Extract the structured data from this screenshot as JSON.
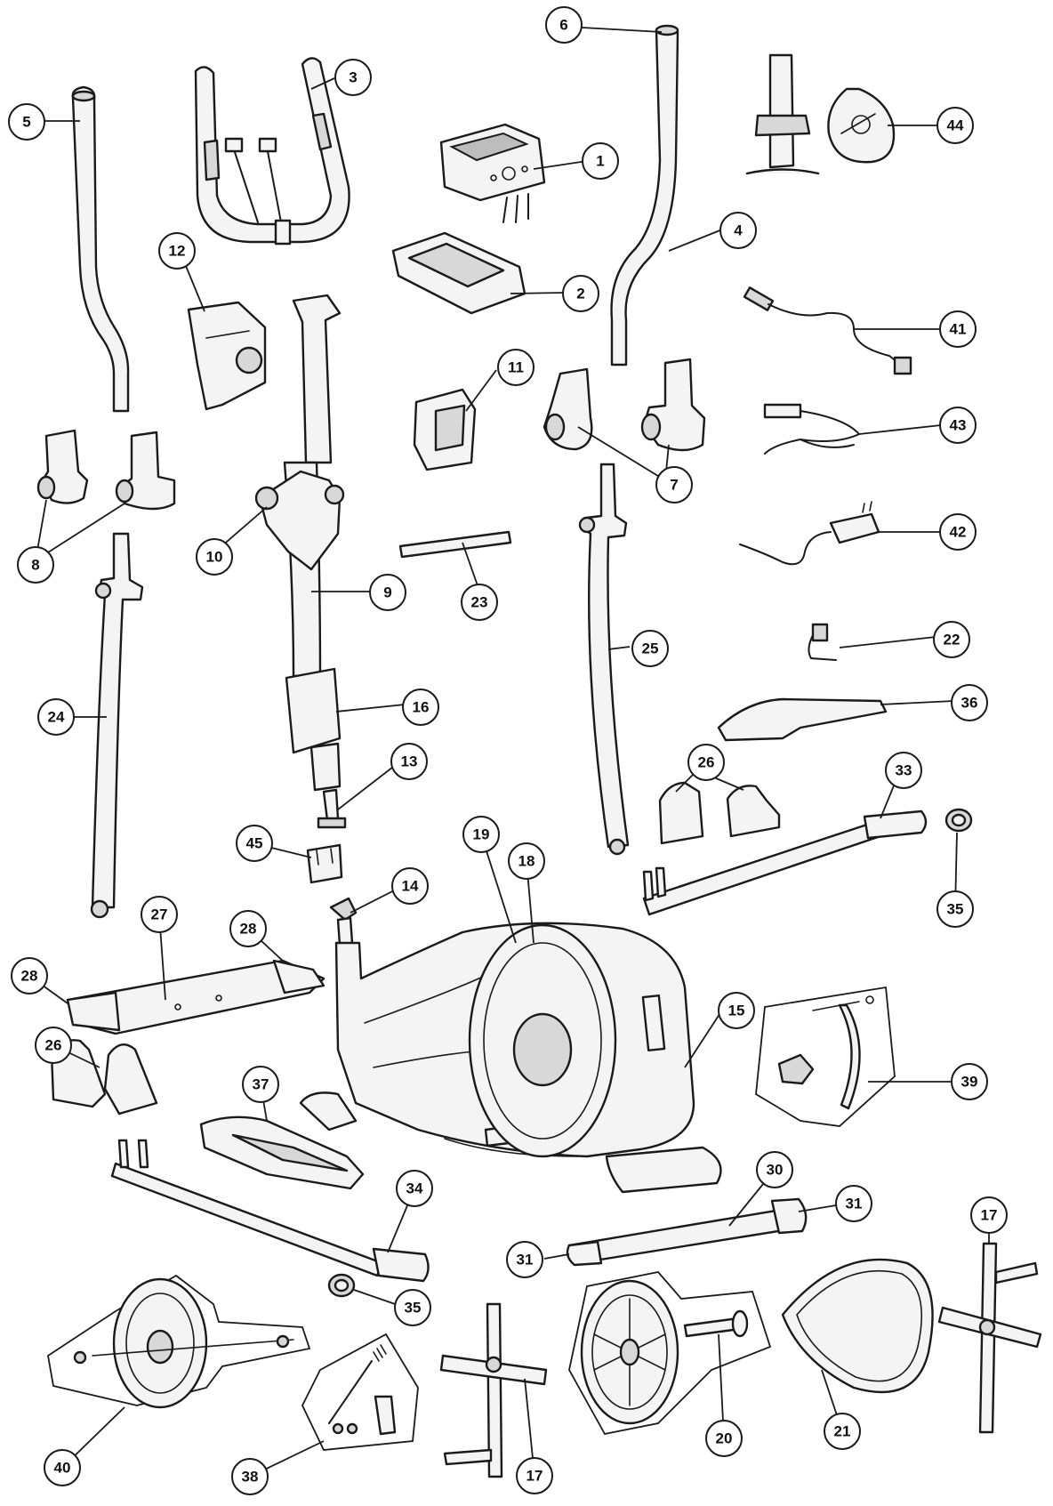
{
  "diagram": {
    "callouts": [
      {
        "id": "c1",
        "label": "1"
      },
      {
        "id": "c2",
        "label": "2"
      },
      {
        "id": "c3",
        "label": "3"
      },
      {
        "id": "c4",
        "label": "4"
      },
      {
        "id": "c5",
        "label": "5"
      },
      {
        "id": "c6",
        "label": "6"
      },
      {
        "id": "c7",
        "label": "7"
      },
      {
        "id": "c8",
        "label": "8"
      },
      {
        "id": "c9",
        "label": "9"
      },
      {
        "id": "c10",
        "label": "10"
      },
      {
        "id": "c11",
        "label": "11"
      },
      {
        "id": "c12",
        "label": "12"
      },
      {
        "id": "c13",
        "label": "13"
      },
      {
        "id": "c14",
        "label": "14"
      },
      {
        "id": "c15",
        "label": "15"
      },
      {
        "id": "c16",
        "label": "16"
      },
      {
        "id": "c17a",
        "label": "17"
      },
      {
        "id": "c17b",
        "label": "17"
      },
      {
        "id": "c18",
        "label": "18"
      },
      {
        "id": "c19",
        "label": "19"
      },
      {
        "id": "c20",
        "label": "20"
      },
      {
        "id": "c21",
        "label": "21"
      },
      {
        "id": "c22",
        "label": "22"
      },
      {
        "id": "c23",
        "label": "23"
      },
      {
        "id": "c24",
        "label": "24"
      },
      {
        "id": "c25",
        "label": "25"
      },
      {
        "id": "c26a",
        "label": "26"
      },
      {
        "id": "c26b",
        "label": "26"
      },
      {
        "id": "c27",
        "label": "27"
      },
      {
        "id": "c28a",
        "label": "28"
      },
      {
        "id": "c28b",
        "label": "28"
      },
      {
        "id": "c30",
        "label": "30"
      },
      {
        "id": "c31a",
        "label": "31"
      },
      {
        "id": "c31b",
        "label": "31"
      },
      {
        "id": "c33",
        "label": "33"
      },
      {
        "id": "c34",
        "label": "34"
      },
      {
        "id": "c35a",
        "label": "35"
      },
      {
        "id": "c35b",
        "label": "35"
      },
      {
        "id": "c36",
        "label": "36"
      },
      {
        "id": "c37",
        "label": "37"
      },
      {
        "id": "c38",
        "label": "38"
      },
      {
        "id": "c39",
        "label": "39"
      },
      {
        "id": "c40",
        "label": "40"
      },
      {
        "id": "c41",
        "label": "41"
      },
      {
        "id": "c42",
        "label": "42"
      },
      {
        "id": "c43",
        "label": "43"
      },
      {
        "id": "c44",
        "label": "44"
      },
      {
        "id": "c45",
        "label": "45"
      }
    ]
  }
}
